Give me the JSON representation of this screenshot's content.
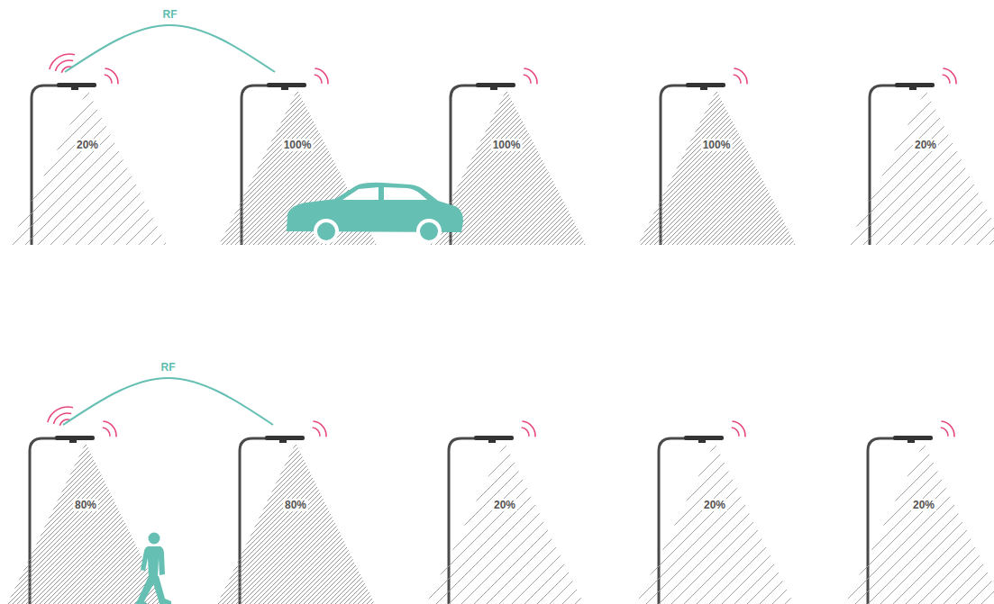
{
  "diagram": {
    "nodes": [
      {
        "text": [
          "20%"
        ]
      },
      {
        "text": [
          "100%"
        ]
      },
      {
        "text": [
          "100%"
        ]
      },
      {
        "text": [
          "100%"
        ]
      },
      {
        "text": [
          "20%"
        ]
      },
      {
        "text": [
          "80%"
        ]
      },
      {
        "text": [
          "80%"
        ]
      },
      {
        "text": [
          "20%"
        ]
      },
      {
        "text": [
          "20%"
        ]
      },
      {
        "text": [
          "20%"
        ]
      }
    ],
    "edges": [
      {
        "from": 0,
        "to": 1,
        "label": "RF",
        "arrow": "none"
      },
      {
        "from": 5,
        "to": 6,
        "label": "RF",
        "arrow": "none"
      }
    ]
  }
}
